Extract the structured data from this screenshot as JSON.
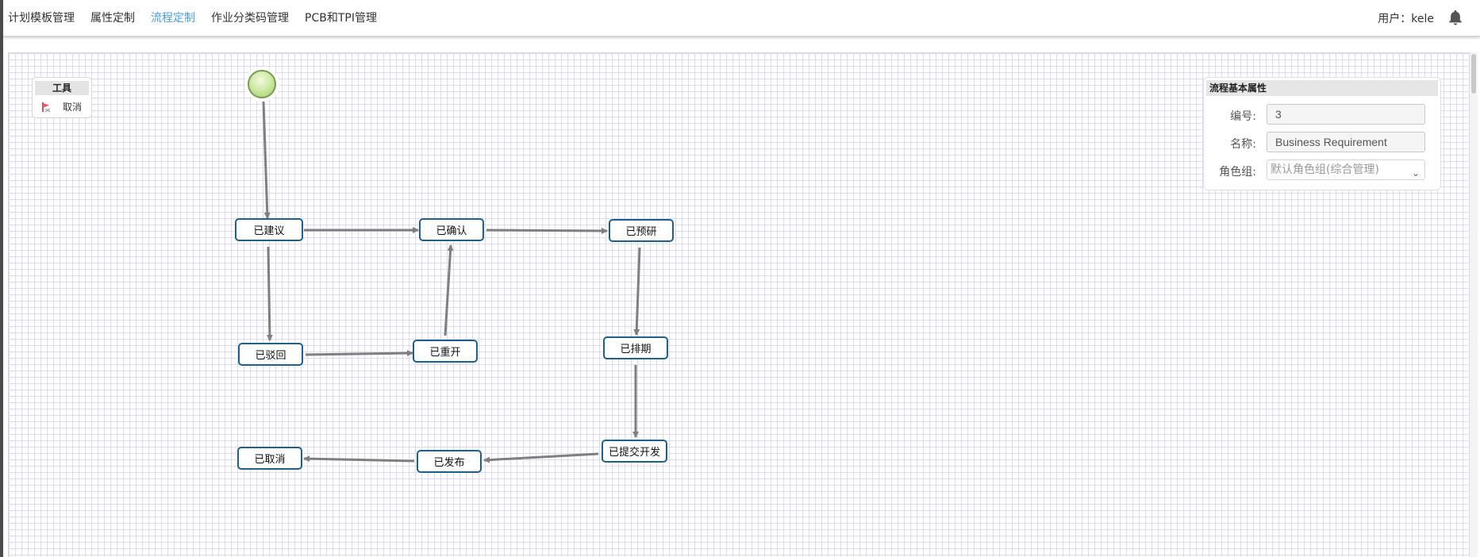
{
  "nav": {
    "items": [
      "计划模板管理",
      "属性定制",
      "流程定制",
      "作业分类码管理",
      "PCB和TPI管理"
    ],
    "active_index": 2,
    "user_label": "用户：kele"
  },
  "tool_panel": {
    "title": "工具",
    "cancel_label": "取消"
  },
  "properties": {
    "title": "流程基本属性",
    "id_label": "编号:",
    "id_value": "3",
    "name_label": "名称:",
    "name_value": "Business Requirement",
    "role_label": "角色组:",
    "role_value": "默认角色组(综合管理)"
  },
  "workflow": {
    "nodes": {
      "suggested": "已建议",
      "confirmed": "已确认",
      "pre_research": "已预研",
      "rejected": "已驳回",
      "reopened": "已重开",
      "scheduled": "已排期",
      "submitted_dev": "已提交开发",
      "published": "已发布",
      "cancelled": "已取消"
    }
  },
  "colors": {
    "accent": "#4a9ee6",
    "node_border": "#1f5f8b",
    "edge": "#7f7f7f",
    "grid": "#dad9f0"
  }
}
